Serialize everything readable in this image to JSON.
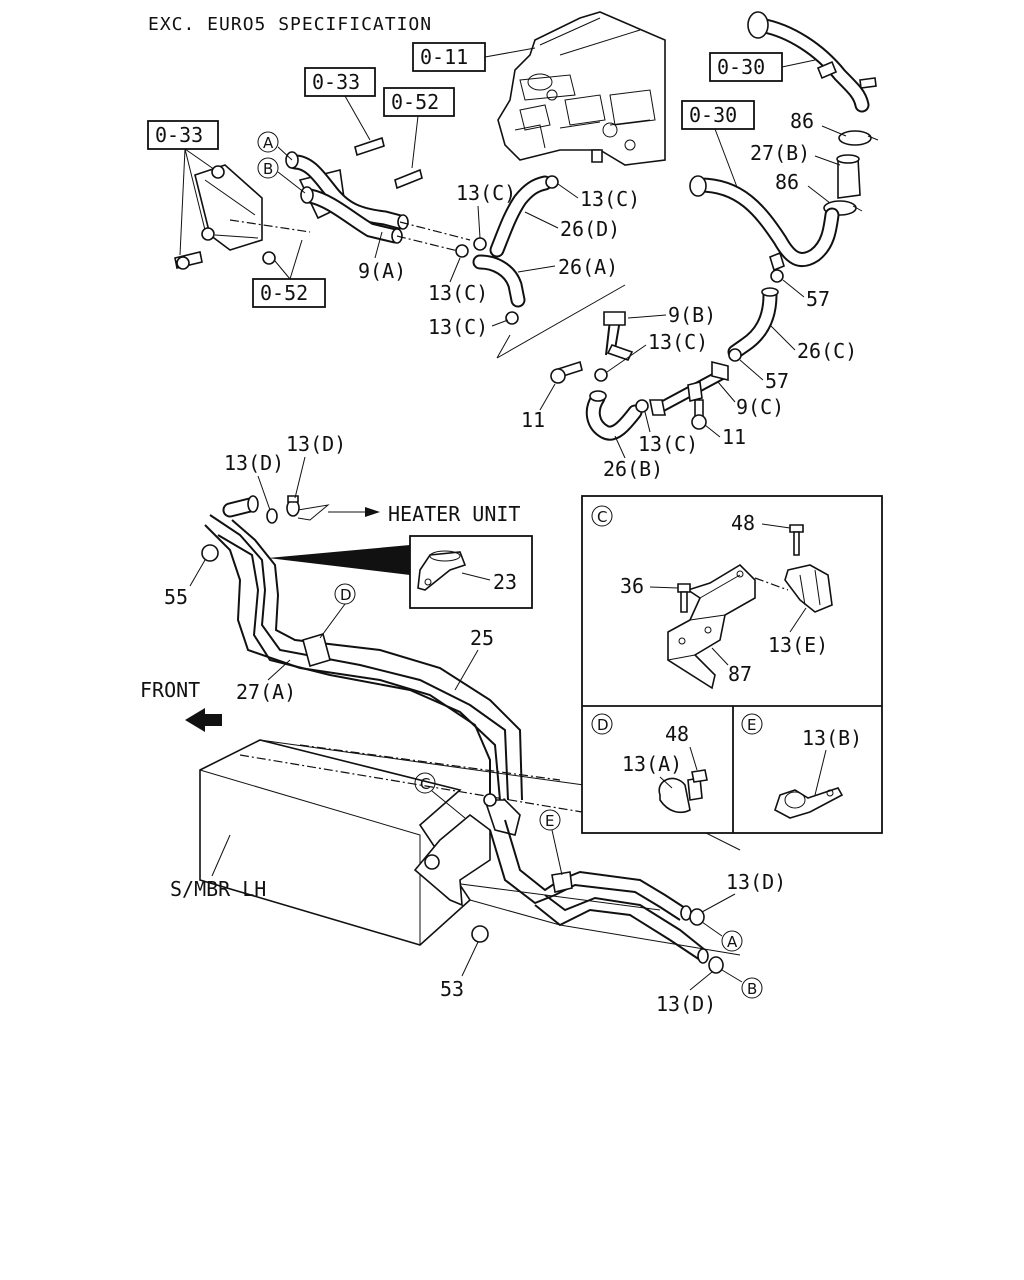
{
  "title": "EXC. EURO5 SPECIFICATION",
  "refs": {
    "r011": "0-11",
    "r033a": "0-33",
    "r033b": "0-33",
    "r052a": "0-52",
    "r052b": "0-52",
    "r030a": "0-30",
    "r030b": "0-30"
  },
  "labels": {
    "p86a": "86",
    "p27b": "27(B)",
    "p86b": "86",
    "p13c_1": "13(C)",
    "p13c_2": "13(C)",
    "p26d": "26(D)",
    "p9a": "9(A)",
    "p26a": "26(A)",
    "p13c_3": "13(C)",
    "p13c_4": "13(C)",
    "p57a": "57",
    "p9b": "9(B)",
    "p13c_5": "13(C)",
    "p26c": "26(C)",
    "p57b": "57",
    "p11a": "11",
    "p9c": "9(C)",
    "p13c_6": "13(C)",
    "p11b": "11",
    "p26b": "26(B)",
    "p13d_1": "13(D)",
    "p13d_2": "13(D)",
    "heater": "HEATER UNIT",
    "p55": "55",
    "p23": "23",
    "p25": "25",
    "front": "FRONT",
    "p27a": "27(A)",
    "smbr": "S/MBR LH",
    "p53": "53",
    "p13d_3": "13(D)",
    "p13d_4": "13(D)",
    "p48a": "48",
    "p36": "36",
    "p13e": "13(E)",
    "p87": "87",
    "p48b": "48",
    "p13a": "13(A)",
    "p13b": "13(B)"
  },
  "markers": {
    "a1": "A",
    "b1": "B",
    "d1": "D",
    "c1": "C",
    "e1": "E",
    "a2": "A",
    "b2": "B",
    "c_detail": "C",
    "d_detail": "D",
    "e_detail": "E"
  }
}
